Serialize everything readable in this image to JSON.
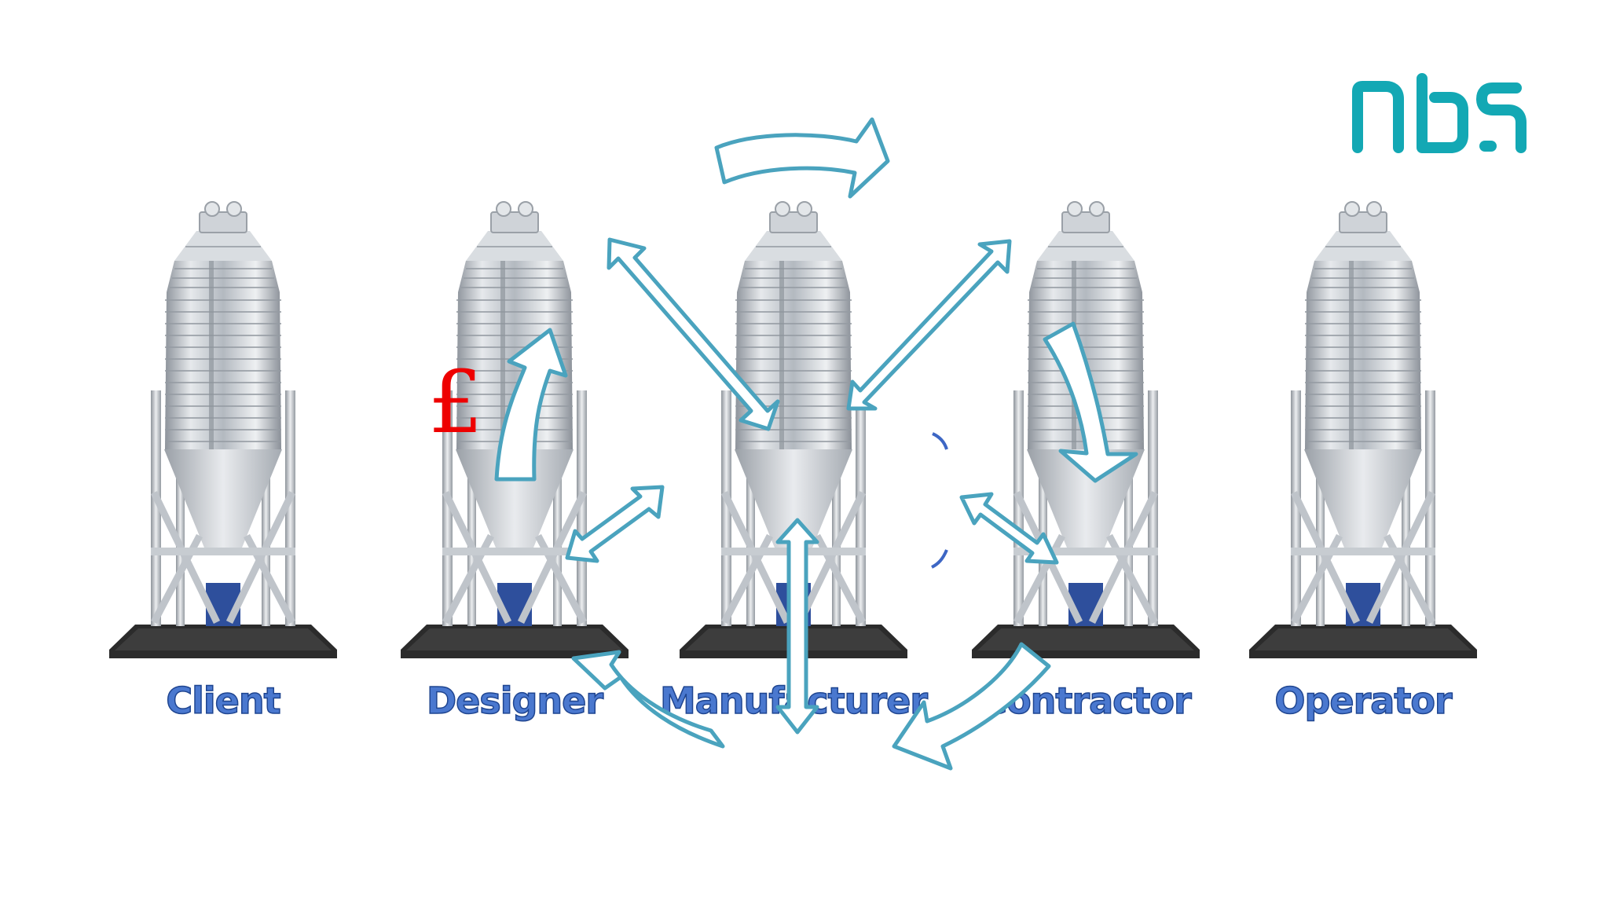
{
  "logo": {
    "text": "nbs",
    "color": "#13a8b4"
  },
  "currency_symbol": {
    "text": "£",
    "color": "#ee0000"
  },
  "colors": {
    "arrow_stroke": "#4aa3be",
    "label_fill": "#4a78cf",
    "label_stroke": "#1f4590",
    "silo_metal": "#c4c9cf",
    "silo_base": "#2a2a2a"
  },
  "stakeholders": [
    {
      "name": "Client"
    },
    {
      "name": "Designer"
    },
    {
      "name": "Manufacturer"
    },
    {
      "name": "Contractor"
    },
    {
      "name": "Operator"
    }
  ]
}
